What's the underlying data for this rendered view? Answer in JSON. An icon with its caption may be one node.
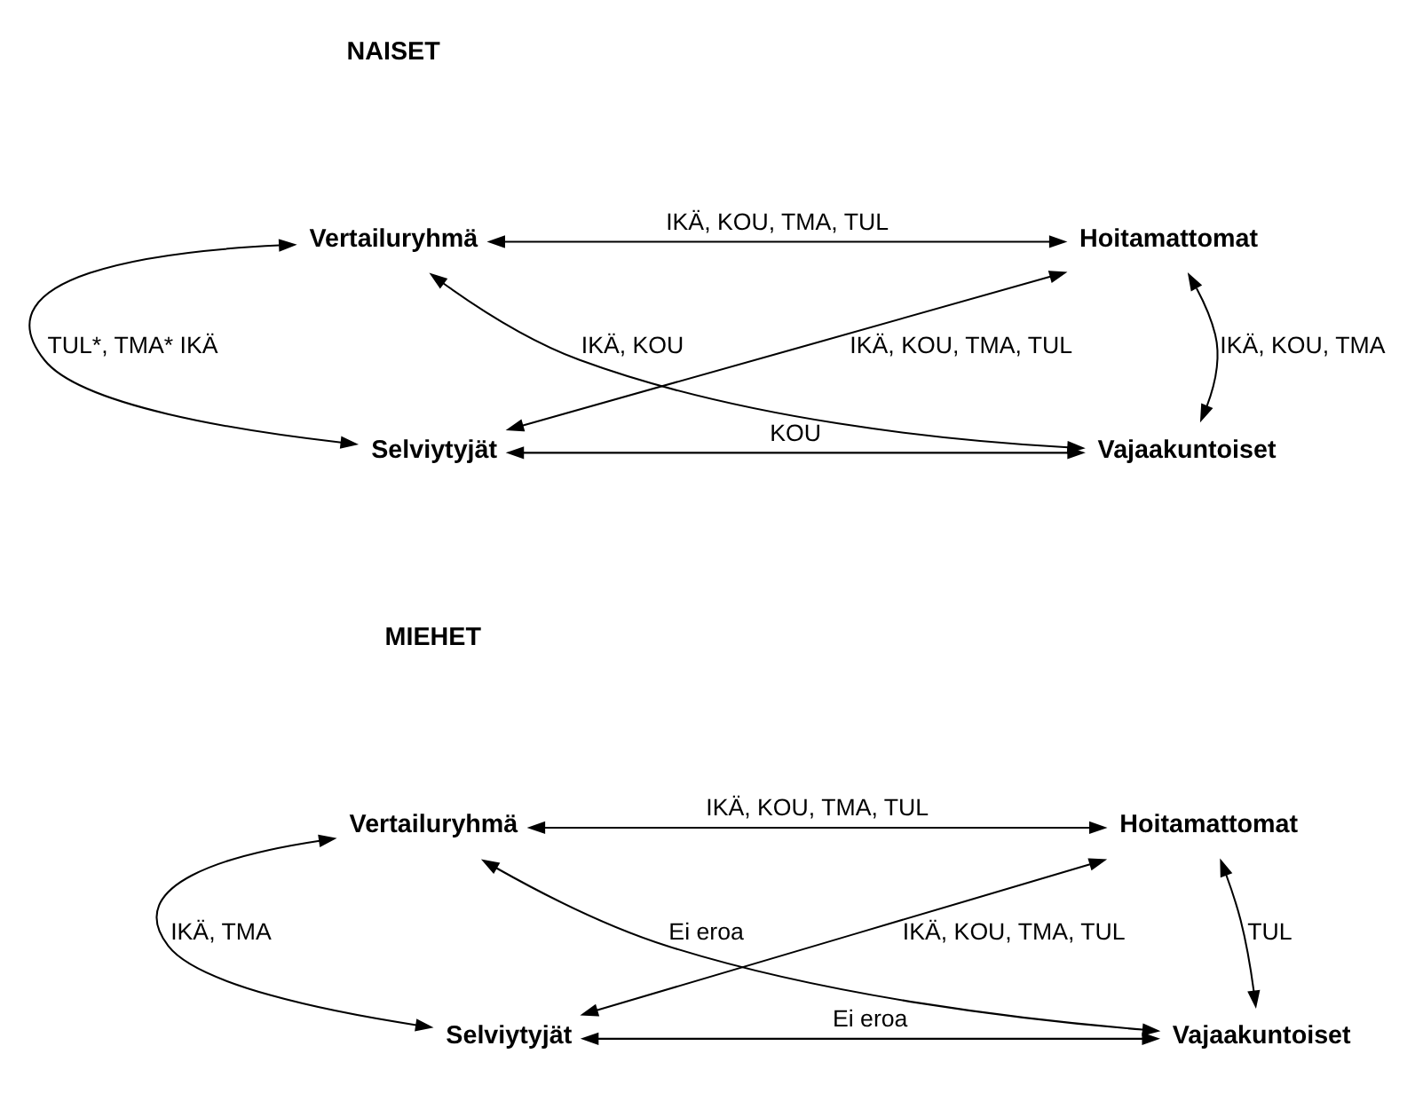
{
  "diagram": {
    "nodes": [
      {
        "text": [
          "Vertailuryhmä"
        ]
      },
      {
        "text": [
          "Hoitamattomat"
        ]
      },
      {
        "text": [
          "Selviytyjät"
        ]
      },
      {
        "text": [
          "Vajaakuntoiset"
        ]
      },
      {
        "text": [
          "Vertailuryhmä"
        ]
      },
      {
        "text": [
          "Hoitamattomat"
        ]
      },
      {
        "text": [
          "Selviytyjät"
        ]
      },
      {
        "text": [
          "Vajaakuntoiset"
        ]
      }
    ],
    "edges": [
      {
        "from": 0,
        "to": 1,
        "arrow": "both",
        "label": "IKÄ, KOU, TMA, TUL"
      },
      {
        "from": 0,
        "to": 3,
        "arrow": "both",
        "label": "IKÄ, KOU"
      },
      {
        "from": 2,
        "to": 1,
        "arrow": "both",
        "label": "IKÄ, KOU, TMA, TUL"
      },
      {
        "from": 0,
        "to": 2,
        "arrow": "both",
        "label": "TUL*, TMA* IKÄ"
      },
      {
        "from": 1,
        "to": 3,
        "arrow": "both",
        "label": "IKÄ, KOU, TMA"
      },
      {
        "from": 2,
        "to": 3,
        "arrow": "both",
        "label": "KOU"
      },
      {
        "from": 4,
        "to": 5,
        "arrow": "both",
        "label": "IKÄ, KOU, TMA, TUL"
      },
      {
        "from": 4,
        "to": 7,
        "arrow": "both",
        "label": "Ei eroa"
      },
      {
        "from": 6,
        "to": 5,
        "arrow": "both",
        "label": "IKÄ, KOU, TMA, TUL"
      },
      {
        "from": 4,
        "to": 6,
        "arrow": "both",
        "label": "IKÄ, TMA"
      },
      {
        "from": 5,
        "to": 7,
        "arrow": "both",
        "label": "TUL"
      },
      {
        "from": 6,
        "to": 7,
        "arrow": "both",
        "label": "Ei eroa"
      }
    ],
    "labels": [
      "NAISET",
      "MIEHET"
    ]
  }
}
